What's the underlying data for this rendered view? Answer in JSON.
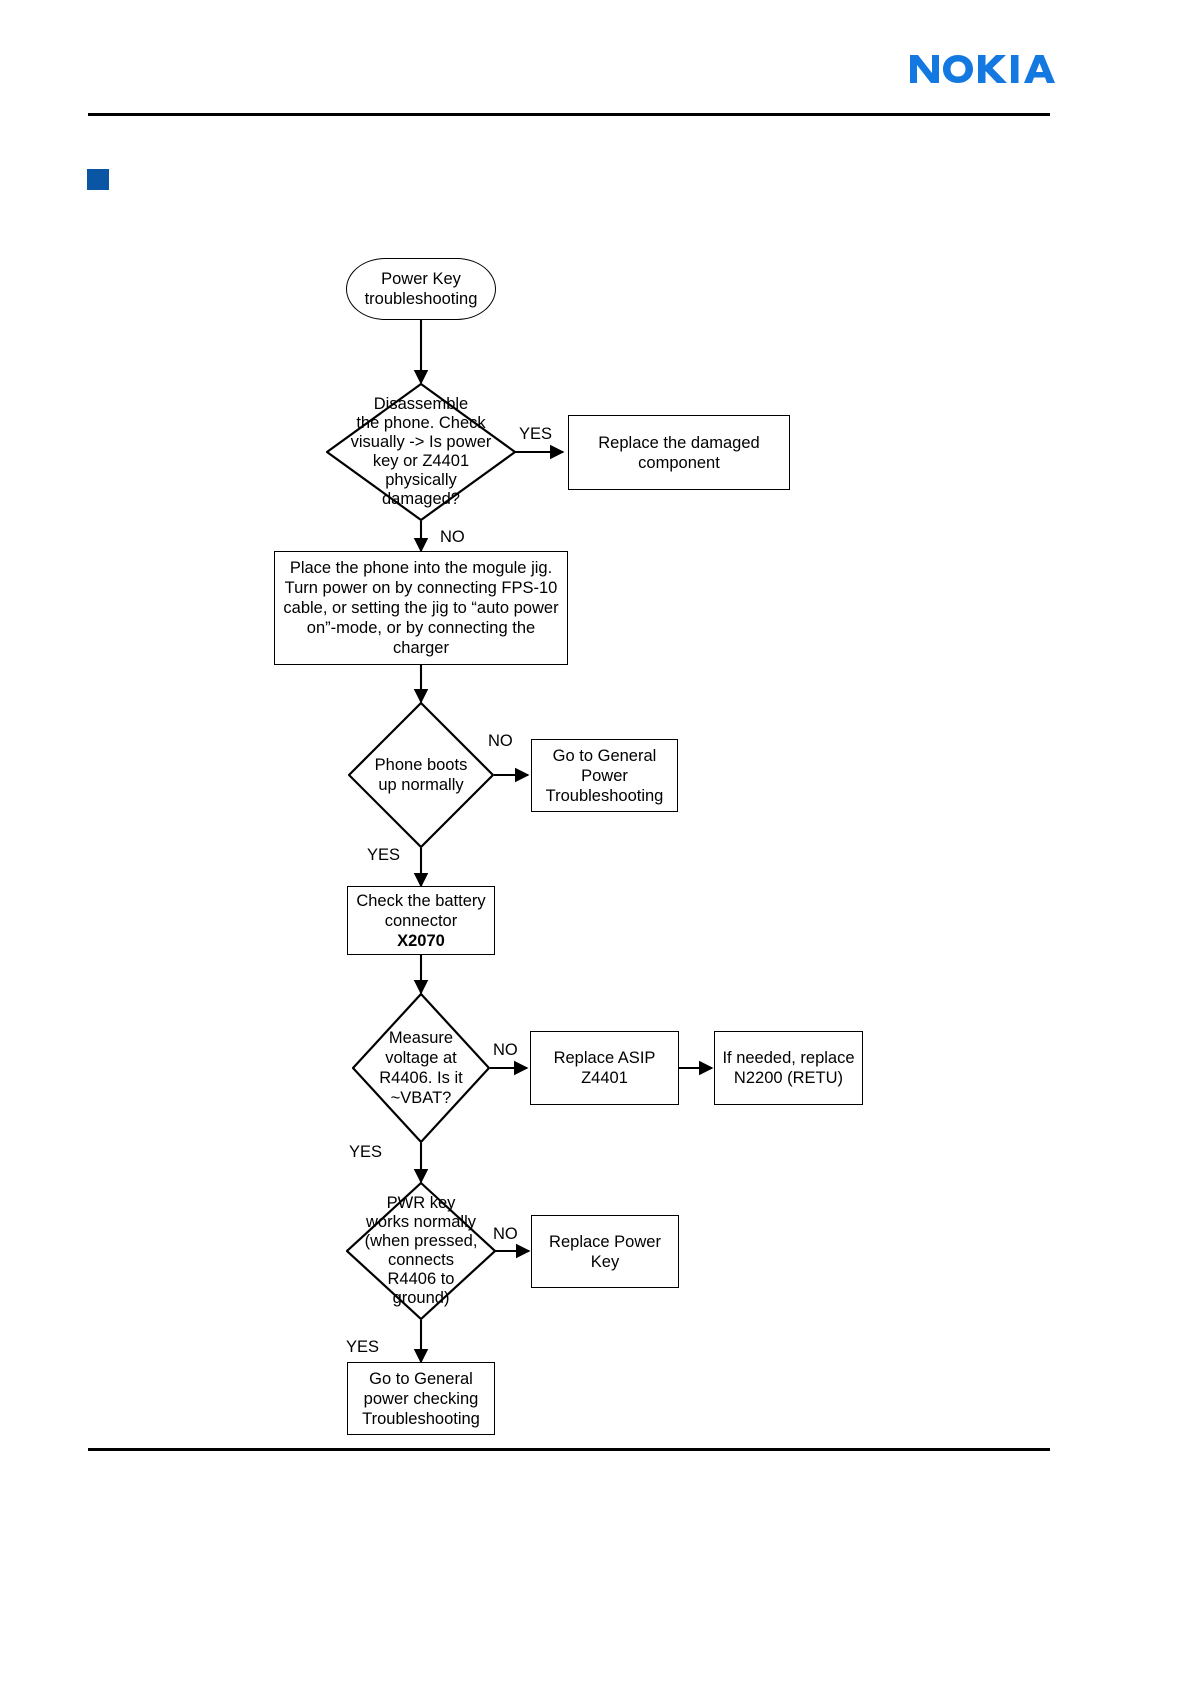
{
  "page": {
    "brand": "NOKIA",
    "brand_color": "#1379e0",
    "marker_color": "#0b56a4"
  },
  "flowchart": {
    "title": "Power Key troubleshooting",
    "nodes": [
      {
        "id": "start",
        "type": "terminator",
        "text": "Power Key\ntroubleshooting"
      },
      {
        "id": "d1",
        "type": "decision",
        "text": "Disassemble\nthe phone. Check\nvisually -> Is power\nkey or Z4401\nphysically\ndamaged?"
      },
      {
        "id": "replace_comp",
        "type": "box",
        "text": "Replace the damaged\ncomponent"
      },
      {
        "id": "jig",
        "type": "box",
        "text": "Place the phone into the mogule jig.\nTurn power on by connecting FPS-10\ncable, or setting the jig to “auto power\non”-mode, or by connecting the\ncharger"
      },
      {
        "id": "d2",
        "type": "decision",
        "text": "Phone boots\nup normally"
      },
      {
        "id": "gen_power",
        "type": "box",
        "text": "Go to General\nPower\nTroubleshooting"
      },
      {
        "id": "batt",
        "type": "box",
        "text": "Check the battery\nconnector",
        "bold_text": "X2070"
      },
      {
        "id": "d3",
        "type": "decision",
        "text": "Measure\nvoltage at\nR4406. Is it\n~VBAT?"
      },
      {
        "id": "replace_asip",
        "type": "box",
        "text": "Replace ASIP\nZ4401"
      },
      {
        "id": "replace_retu",
        "type": "box",
        "text": "If needed, replace\nN2200 (RETU)"
      },
      {
        "id": "d4",
        "type": "decision",
        "text": "PWR key\nworks normally\n(when pressed,\nconnects\nR4406 to\nground)"
      },
      {
        "id": "replace_pwr",
        "type": "box",
        "text": "Replace Power\nKey"
      },
      {
        "id": "gen_check",
        "type": "box",
        "text": "Go to General\npower checking\nTroubleshooting"
      }
    ],
    "edge_labels": [
      {
        "id": "e1",
        "text": "YES"
      },
      {
        "id": "e2",
        "text": "NO"
      },
      {
        "id": "e3",
        "text": "NO"
      },
      {
        "id": "e4",
        "text": "YES"
      },
      {
        "id": "e5",
        "text": "NO"
      },
      {
        "id": "e6",
        "text": "YES"
      },
      {
        "id": "e7",
        "text": "NO"
      },
      {
        "id": "e8",
        "text": "YES"
      }
    ]
  }
}
